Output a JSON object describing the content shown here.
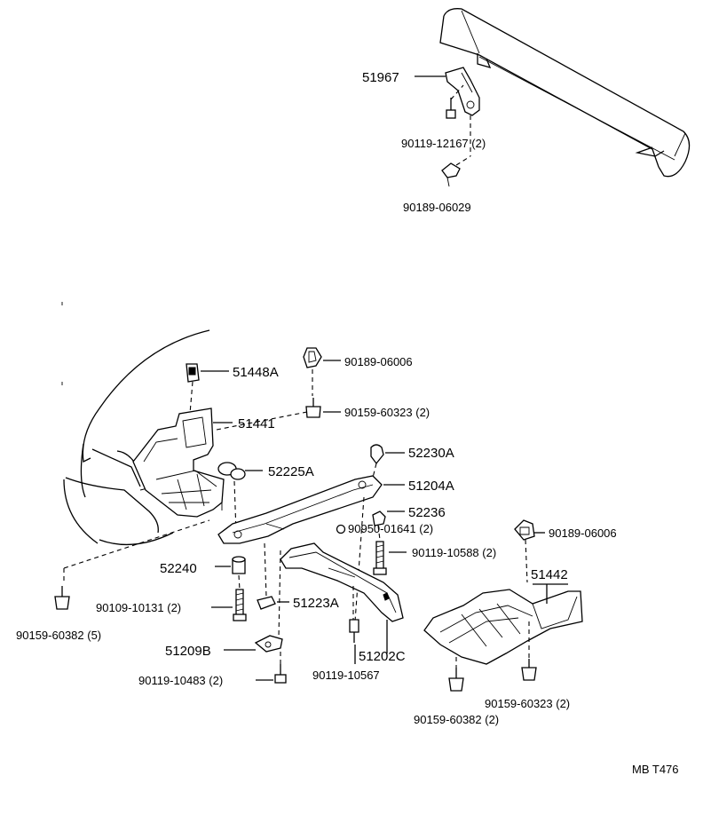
{
  "labels": {
    "p51967": "51967",
    "p90119_12167": "90119-12167 (2)",
    "p90189_06029": "90189-06029",
    "p51448A": "51448A",
    "p90189_06006_top": "90189-06006",
    "p51441": "51441",
    "p90159_60323_top": "90159-60323 (2)",
    "p52225A": "52225A",
    "p52230A": "52230A",
    "p51204A": "51204A",
    "p52236": "52236",
    "p90950_01641": "90950-01641 (2)",
    "p90189_06006_right": "90189-06006",
    "p90119_10588": "90119-10588 (2)",
    "p51442": "51442",
    "p52240": "52240",
    "p90109_10131": "90109-10131 (2)",
    "p51223A": "51223A",
    "p90159_60382_left": "90159-60382 (5)",
    "p51209B": "51209B",
    "p51202C": "51202C",
    "p90119_10483": "90119-10483 (2)",
    "p90119_10567": "90119-10567",
    "p90159_60323_bottom": "90159-60323 (2)",
    "p90159_60382_bottom": "90159-60382 (2)",
    "figure_code": "MB T476"
  }
}
